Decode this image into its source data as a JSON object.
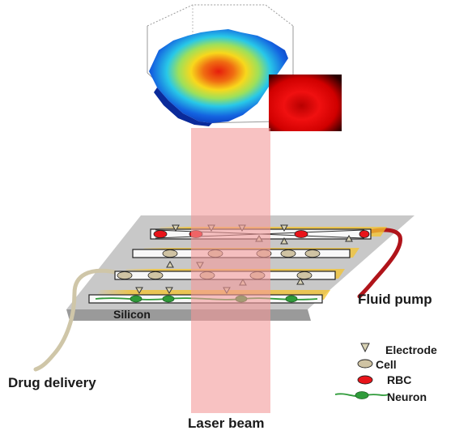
{
  "labels": {
    "silicon": "Silicon",
    "fluid_pump": "Fluid pump",
    "drug_delivery": "Drug delivery",
    "laser_beam": "Laser beam"
  },
  "legend": [
    {
      "icon": "electrode-triangle-icon",
      "label": "Electrode"
    },
    {
      "icon": "cell-ellipse-icon",
      "label": "Cell"
    },
    {
      "icon": "rbc-ellipse-icon",
      "label": "RBC"
    },
    {
      "icon": "neuron-icon",
      "label": "Neuron"
    }
  ],
  "colors": {
    "laser": "#f7b3b3",
    "substrate": "#c8c8c8",
    "substrate_edge": "#8f8f8f",
    "channel_glow": "#f4c430",
    "cell": "#cfc3a3",
    "rbc": "#e8141a",
    "neuron": "#2f9b3a",
    "pump_tube": "#b0141a",
    "drug_tube": "#cfc6a8"
  }
}
